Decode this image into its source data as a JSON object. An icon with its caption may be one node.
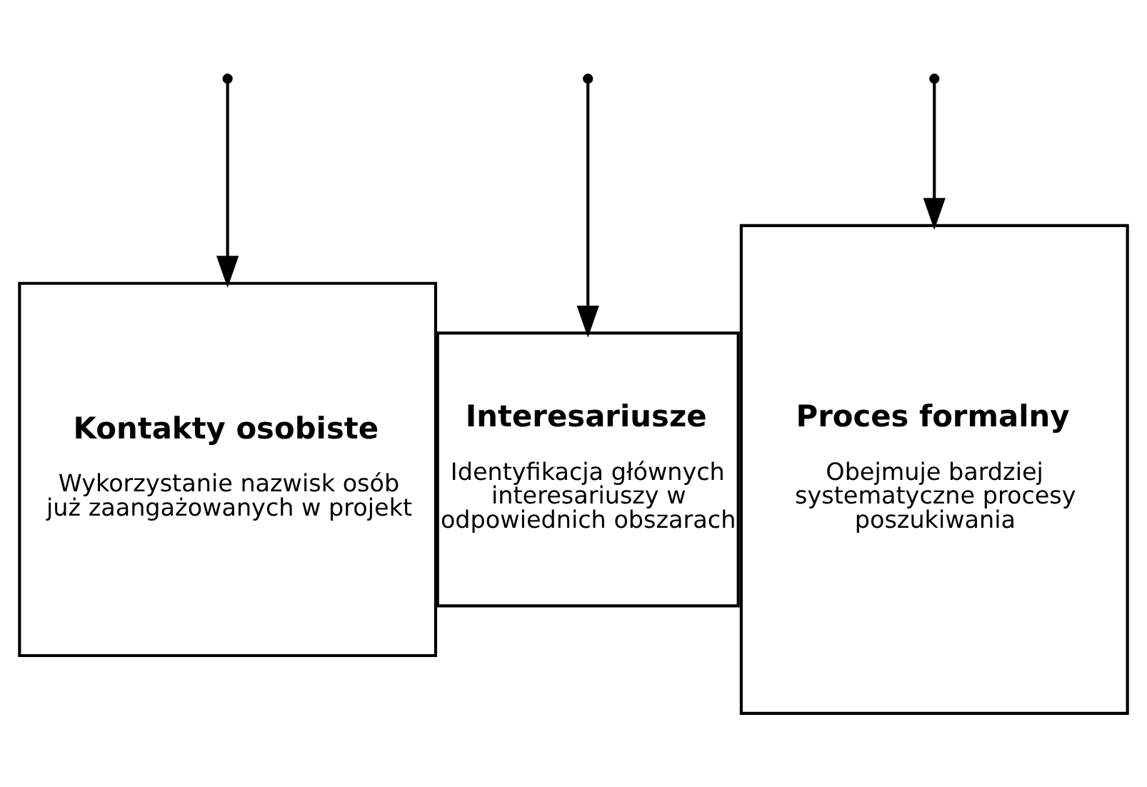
{
  "diagram": {
    "nodes": [
      {
        "text": [
          "Kontakty osobiste",
          "Wykorzystanie nazwisk osób już zaangażowanych w projekt"
        ]
      },
      {
        "text": [
          "Interesariusze",
          "Identyfikacja głównych interesariuszy w odpowiednich obszarach"
        ]
      },
      {
        "text": [
          "Proces formalny",
          "Obejmuje bardziej systematyczne procesy poszukiwania"
        ]
      }
    ],
    "edges": [
      {
        "from": null,
        "to": 0,
        "arrow": "to"
      },
      {
        "from": null,
        "to": 1,
        "arrow": "to"
      },
      {
        "from": null,
        "to": 2,
        "arrow": "to"
      }
    ]
  }
}
